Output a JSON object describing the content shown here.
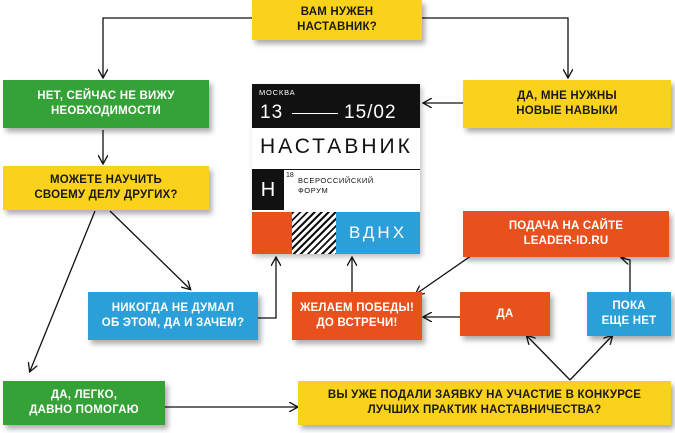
{
  "nodes": {
    "need_mentor": "ВАМ НУЖЕН\nНАСТАВНИК?",
    "no_need": "НЕТ, СЕЙЧАС НЕ ВИЖУ\nНЕОБХОДИМОСТИ",
    "yes_skills": "ДА, МНЕ НУЖНЫ\nНОВЫЕ НАВЫКИ",
    "can_teach": "МОЖЕТЕ НАУЧИТЬ\nСВОЕМУ ДЕЛУ ДРУГИХ?",
    "never_thought": "НИКОГДА НЕ ДУМАЛ\nОБ ЭТОМ, ДА И ЗАЧЕМ?",
    "wish_victory": "ЖЕЛАЕМ ПОБЕДЫ!\nДО ВСТРЕЧИ!",
    "submit_site": "ПОДАЧА   НА САЙТЕ\nLEADER-ID.RU",
    "yes": "ДА",
    "not_yet": "ПОКА\nЕЩЕ НЕТ",
    "yes_easy": "ДА, ЛЕГКО,\nДАВНО ПОМОГАЮ",
    "applied_question": "ВЫ УЖЕ ПОДАЛИ ЗАЯВКУ НА УЧАСТИЕ В КОНКУРСЕ\nЛУЧШИХ ПРАКТИК НАСТАВНИЧЕСТВА?"
  },
  "logo": {
    "city": "МОСКВА",
    "date_start": "13",
    "date_end": "15/02",
    "title": "НАСТАВНИК",
    "h_letter": "Н",
    "age": "18",
    "subtitle": "ВСЕРОССИЙСКИЙ\nФОРУМ",
    "venue": "ВДНХ"
  },
  "colors": {
    "yellow": "#fbd21b",
    "green": "#35a237",
    "blue": "#2b9fd8",
    "red": "#e8511d",
    "black": "#111111"
  }
}
